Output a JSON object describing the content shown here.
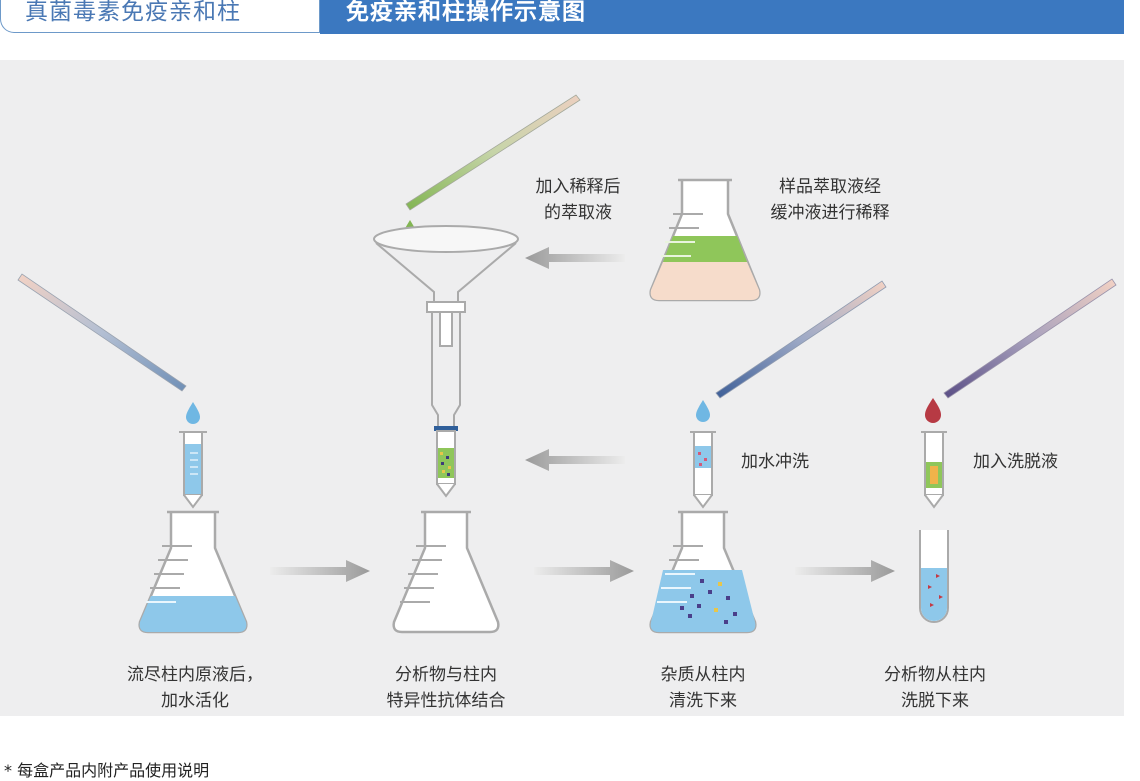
{
  "tabs": {
    "left_label": "真菌毒素免疫亲和柱",
    "right_label": "免疫亲和柱操作示意图"
  },
  "steps": {
    "activate": [
      "流尽柱内原液后，",
      "加水活化"
    ],
    "bind": [
      "分析物与柱内",
      "特异性抗体结合"
    ],
    "wash_down": [
      "杂质从柱内",
      "清洗下来"
    ],
    "elute_down": [
      "分析物从柱内",
      "洗脱下来"
    ]
  },
  "annotations": {
    "add_diluted": [
      "加入稀释后",
      "的萃取液"
    ],
    "dilute_sample": [
      "样品萃取液经",
      "缓冲液进行稀释"
    ],
    "add_water": "加水冲洗",
    "add_eluent": "加入洗脱液"
  },
  "footnote": "* 每盒产品内附产品使用说明",
  "colors": {
    "tab_blue": "#3b78c0",
    "panel_bg": "#eeeeef",
    "liquid_blue": "#8ec8ea",
    "liquid_green": "#8fc65a",
    "liquid_peach": "#f6dccb",
    "drop_red": "#b73a44",
    "arrow_gray": "#a6a6a6"
  }
}
